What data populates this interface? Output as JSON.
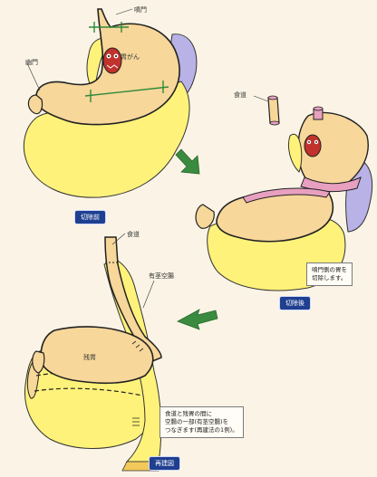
{
  "labels": {
    "cardia": "噴門",
    "gastric_cancer": "胃がん",
    "pylorus": "幽門",
    "esophagus_top": "食道",
    "esophagus_bottom": "食道",
    "jejunum": "有茎空腸",
    "remnant_stomach": "残胃"
  },
  "badges": {
    "before": "切除前",
    "after": "切除後",
    "reconstruction": "再建図"
  },
  "notes": {
    "after_resection": [
      "噴門側の胃を",
      "切除します。"
    ],
    "reconstruction": [
      "食道と残胃の間に",
      "空腸の一部(有茎空腸)を",
      "つなぎます(再建法の1例)。"
    ]
  },
  "colors": {
    "background": "#fbf4e6",
    "stomach": "#f7d79a",
    "omentum": "#fff27a",
    "spleen": "#b9b2e6",
    "tumor": "#c0322b",
    "arrow": "#3a8a3f",
    "resection_line": "#2f8a3a",
    "badge": "#1f3f8f"
  }
}
